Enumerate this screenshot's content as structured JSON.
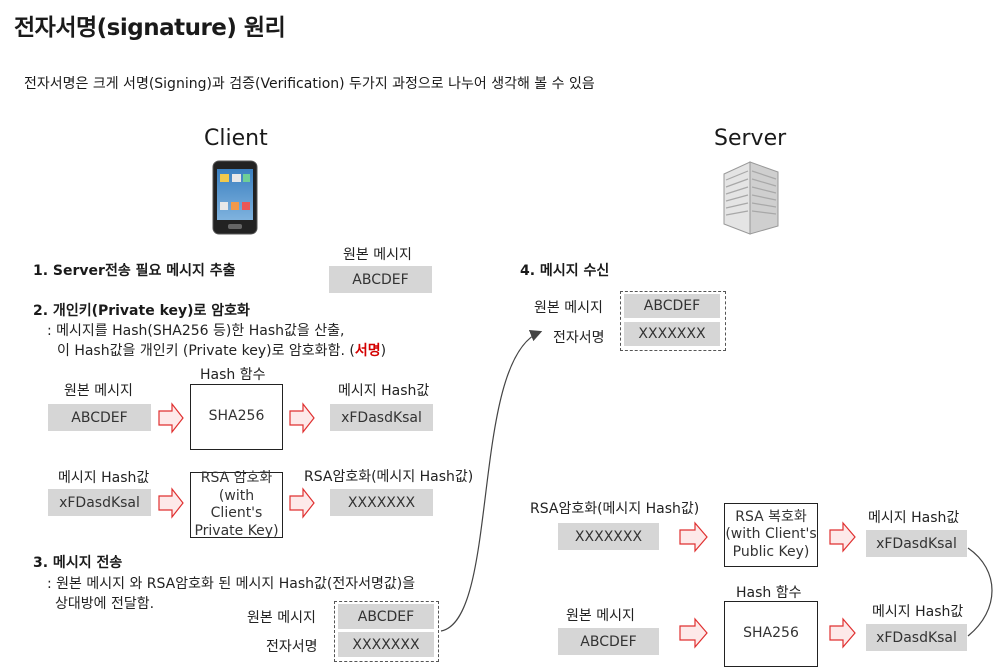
{
  "title": "전자서명(signature) 원리",
  "subtitle": "전자서명은 크게 서명(Signing)과 검증(Verification) 두가지 과정으로 나누어 생각해 볼 수 있음",
  "client": {
    "header": "Client",
    "icon": "smartphone-icon",
    "orig_msg_label_top": "원본 메시지",
    "orig_msg_value_top": "ABCDEF",
    "step1": "1. Server전송 필요 메시지 추출",
    "step2": "2. 개인키(Private key)로 암호화",
    "step2_line1": ": 메시지를 Hash(SHA256 등)한 Hash값을 산출,",
    "step2_line2_pre": "이 Hash값을 개인키 (Private key)로 암호화함. (",
    "step2_line2_red": "서명",
    "step2_line2_post": ")",
    "hash_func_label": "Hash 함수",
    "orig_msg_label": "원본 메시지",
    "orig_msg_value": "ABCDEF",
    "sha_box": "SHA256",
    "msg_hash_label": "메시지 Hash값",
    "msg_hash_value": "xFDasdKsal",
    "msg_hash_label2": "메시지 Hash값",
    "msg_hash_value2": "xFDasdKsal",
    "rsa_enc_box": [
      "RSA 암호화",
      "(with Client's",
      "Private Key)"
    ],
    "rsa_result_label": "RSA암호화(메시지 Hash값)",
    "rsa_result_value": "XXXXXXX",
    "step3": "3. 메시지 전송",
    "step3_line1": ": 원본 메시지 와 RSA암호화 된 메시지 Hash값(전자서명값)을",
    "step3_line2": "상대방에 전달함.",
    "send_orig_label": "원본 메시지",
    "send_orig_value": "ABCDEF",
    "send_sig_label": "전자서명",
    "send_sig_value": "XXXXXXX"
  },
  "server": {
    "header": "Server",
    "icon": "building-icon",
    "step4": "4. 메시지 수신",
    "recv_orig_label": "원본 메시지",
    "recv_orig_value": "ABCDEF",
    "recv_sig_label": "전자서명",
    "recv_sig_value": "XXXXXXX",
    "rsa_in_label": "RSA암호화(메시지 Hash값)",
    "rsa_in_value": "XXXXXXX",
    "rsa_dec_box": [
      "RSA 복호화",
      "(with Client's",
      "Public Key)"
    ],
    "dec_hash_label": "메시지 Hash값",
    "dec_hash_value": "xFDasdKsal",
    "hash_func_label": "Hash 함수",
    "orig_label": "원본 메시지",
    "orig_value": "ABCDEF",
    "sha_box": "SHA256",
    "calc_hash_label": "메시지 Hash값",
    "calc_hash_value": "xFDasdKsal"
  },
  "colors": {
    "arrow_fill": "#fde9e9",
    "arrow_stroke": "#e03030",
    "gray_box": "#d6d6d6",
    "highlight": "#d40000"
  }
}
